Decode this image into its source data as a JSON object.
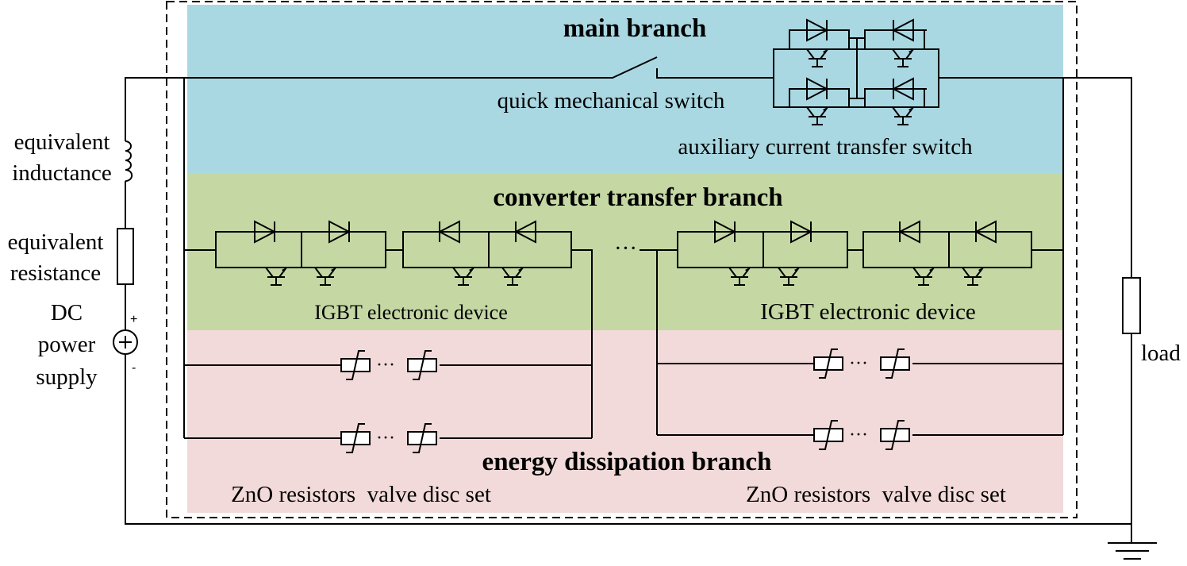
{
  "labels": {
    "main_branch": "main branch",
    "quick_switch": "quick mechanical switch",
    "aux_switch": "auxiliary current transfer switch",
    "converter_branch": "converter transfer branch",
    "igbt_left": "IGBT electronic device",
    "igbt_right": "IGBT electronic device",
    "energy_branch": "energy dissipation branch",
    "zno_left": "ZnO resistors  valve disc set",
    "zno_right": "ZnO resistors  valve disc set",
    "equiv_inductance_1": "equivalent",
    "equiv_inductance_2": "inductance",
    "equiv_resistance_1": "equivalent",
    "equiv_resistance_2": "resistance",
    "dc_1": "DC",
    "dc_2": "power",
    "dc_3": "supply",
    "load": "load",
    "plus": "+",
    "minus": "-",
    "dots": "···"
  },
  "colors": {
    "main_branch_bg": "#aad8e2",
    "converter_branch_bg": "#c5d8a4",
    "energy_branch_bg": "#f1dad9"
  }
}
